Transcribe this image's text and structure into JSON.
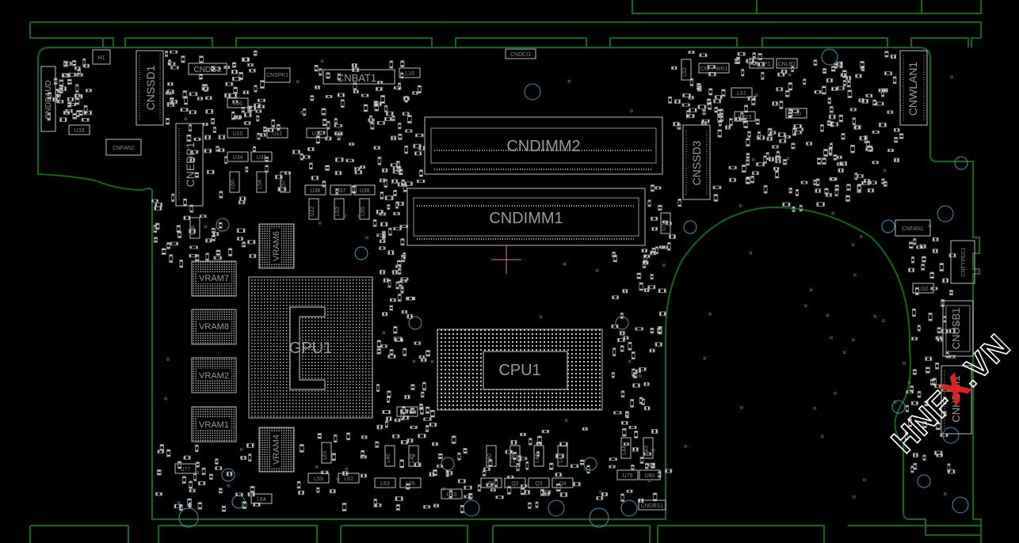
{
  "board": {
    "main_chips": [
      {
        "key": "cndimm2",
        "label": "CNDIMM2"
      },
      {
        "key": "cndimm1",
        "label": "CNDIMM1"
      },
      {
        "key": "gpu1",
        "label": "GPU1"
      },
      {
        "key": "cpu1",
        "label": "CPU1"
      }
    ],
    "memory": [
      "VRAM7",
      "VRAM8",
      "VRAM2",
      "VRAM1",
      "VRAM6",
      "VRAM4"
    ],
    "connectors": [
      "CNSSD1",
      "CNEDP1",
      "CNDBAUD",
      "CNSSD3",
      "CNWLAN1",
      "CNUSB1",
      "CNHDMI1",
      "CNBAT1",
      "CNDG2",
      "CNFAN1",
      "CNFAN2",
      "CNTYPEC1",
      "CNDCI1",
      "CNSPK1",
      "CNFPWR1",
      "CNTP1",
      "CNLB1",
      "CNDBS1"
    ],
    "small_parts": [
      "H1",
      "L16",
      "L51",
      "L50",
      "SP15",
      "U75",
      "U77",
      "U53",
      "L64",
      "L61",
      "L60",
      "L54",
      "L57",
      "L46",
      "L45",
      "L40",
      "L39",
      "L42",
      "L41",
      "L44",
      "L43",
      "L52",
      "U32",
      "U33",
      "U34",
      "U35",
      "U36",
      "U37",
      "U38",
      "U22",
      "L53",
      "L55",
      "L56",
      "L58",
      "L59",
      "L62",
      "L63",
      "L65",
      "U10",
      "U11",
      "U12",
      "Q1",
      "Q2",
      "Q3",
      "Q4",
      "U78",
      "U79",
      "U80"
    ],
    "colors": {
      "outline": "#0d6b14",
      "silkscreen": "#bdbdbd",
      "holes": "#2f9bb2",
      "cursor": "#d87a8c",
      "background": "#000000"
    }
  },
  "watermark": {
    "text_left": "HNF",
    "text_x": "X",
    "text_right": ".VN"
  }
}
